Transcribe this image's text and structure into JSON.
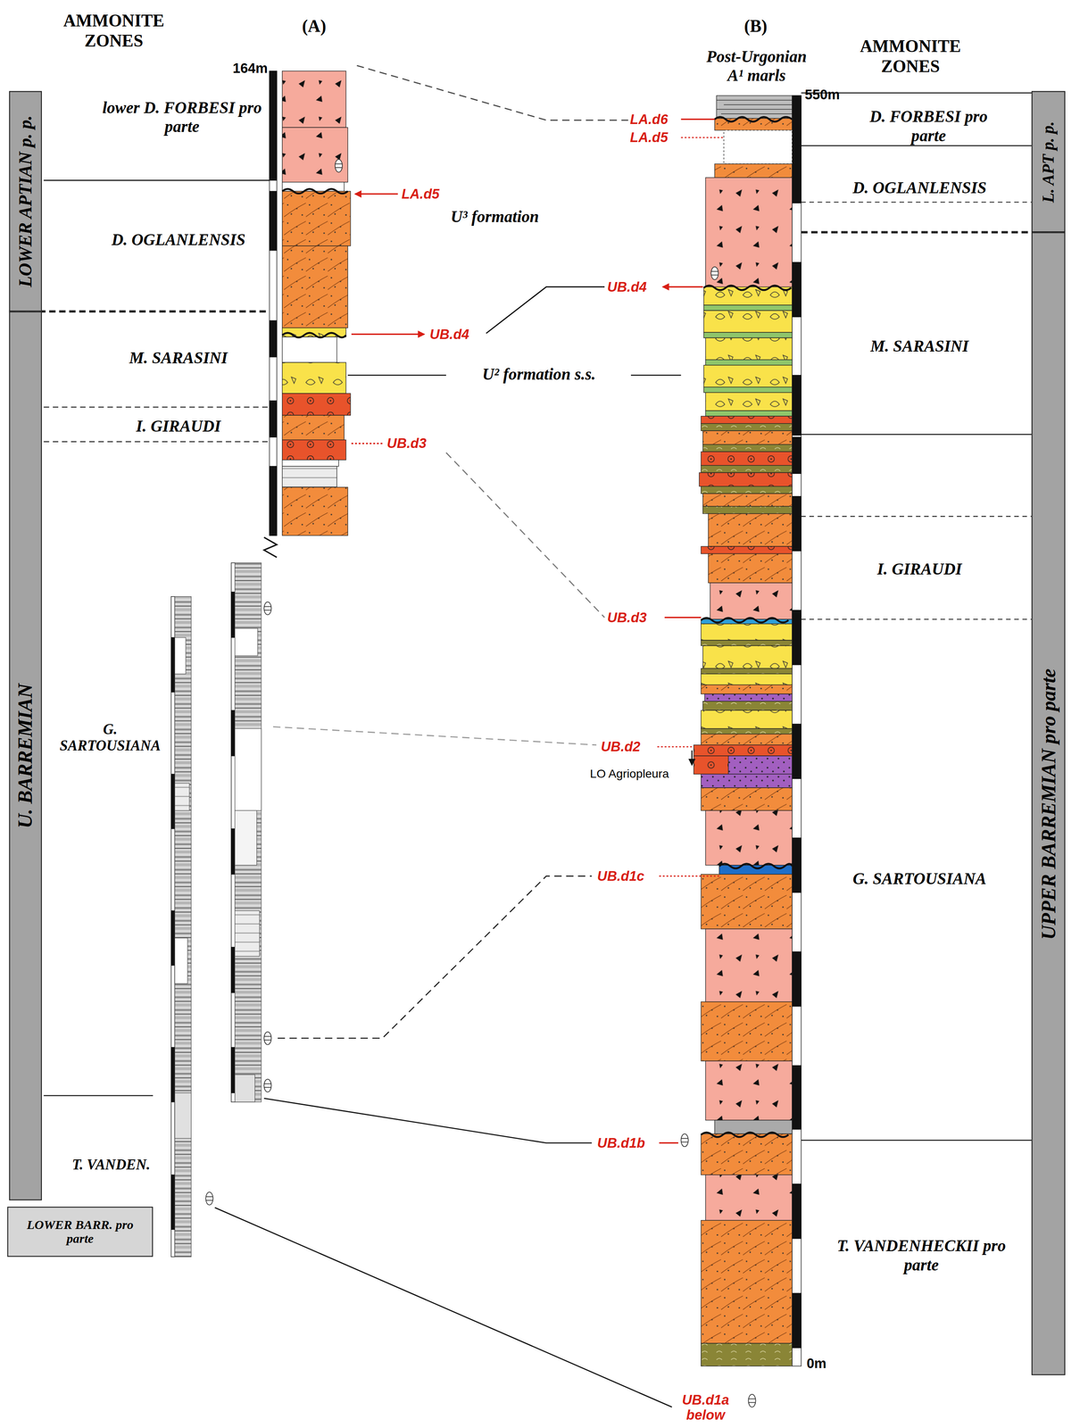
{
  "diagram": {
    "nodes": [
      {
        "text": [
          "LOWER APTIAN p. p."
        ]
      },
      {
        "text": [
          "U. BARREMIAN"
        ]
      },
      {
        "text": [
          "LOWER BARR. pro parte"
        ]
      },
      {
        "text": [
          "L. APT p. p."
        ]
      },
      {
        "text": [
          "UPPER BARREMIAN pro parte"
        ]
      }
    ],
    "labels": [
      "AMMONITE ZONES",
      "(A)",
      "(B)",
      "AMMONITE ZONES",
      "164m",
      "lower D. FORBESI pro parte",
      "D. OGLANLENSIS",
      "M. SARASINI",
      "I. GIRAUDI",
      "G. SARTOUSIANA",
      "T. VANDEN.",
      "LA.d5",
      "U³ formation",
      "UB.d4",
      "U² formation s.s.",
      "UB.d3",
      "Post-Urgonian A¹ marls",
      "550m",
      "LA.d6",
      "LA.d5",
      "UB.d4",
      "UB.d3",
      "UB.d2",
      "LO Agriopleura",
      "UB.d1c",
      "UB.d1b",
      "UB.d1a below",
      "0m",
      "D. FORBESI pro parte",
      "D. OGLANLENSIS",
      "M. SARASINI",
      "I. GIRAUDI",
      "G. SARTOUSIANA",
      "T. VANDENHECKII pro parte"
    ]
  }
}
